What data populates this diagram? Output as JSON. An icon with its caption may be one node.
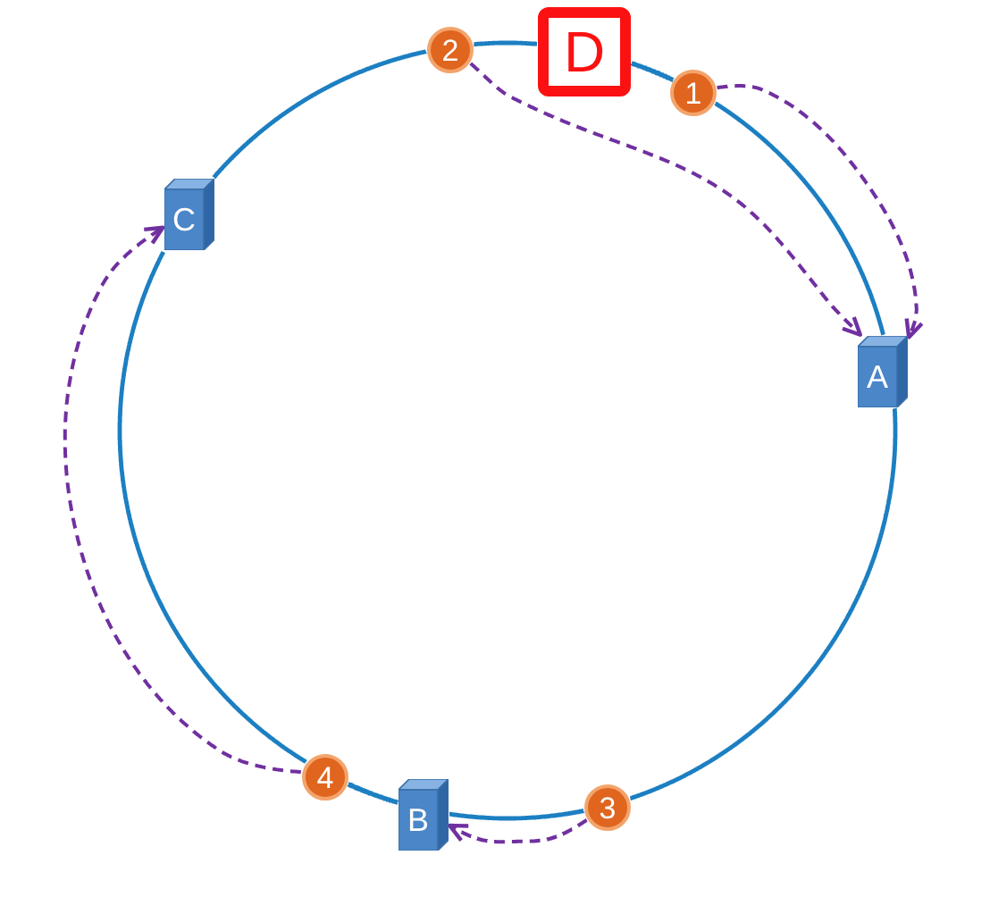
{
  "diagram": {
    "nodes": [
      {
        "text": [
          "2"
        ]
      },
      {
        "text": [
          "D"
        ]
      },
      {
        "text": [
          "1"
        ]
      },
      {
        "text": [
          "C"
        ]
      },
      {
        "text": [
          "A"
        ]
      },
      {
        "text": [
          "4"
        ]
      },
      {
        "text": [
          "B"
        ]
      },
      {
        "text": [
          "3"
        ]
      }
    ],
    "edges": [
      {
        "from": 0,
        "to": 1,
        "arrow": "none"
      },
      {
        "from": 1,
        "to": 2,
        "arrow": "none"
      },
      {
        "from": 2,
        "to": 4,
        "arrow": "none"
      },
      {
        "from": 4,
        "to": 7,
        "arrow": "none"
      },
      {
        "from": 7,
        "to": 6,
        "arrow": "none"
      },
      {
        "from": 6,
        "to": 5,
        "arrow": "none"
      },
      {
        "from": 5,
        "to": 3,
        "arrow": "none"
      },
      {
        "from": 3,
        "to": 0,
        "arrow": "none"
      },
      {
        "from": 2,
        "to": 4,
        "arrow": "to",
        "style": "dashed",
        "color": "#7030a0"
      },
      {
        "from": 0,
        "to": 4,
        "arrow": "to",
        "style": "dashed",
        "color": "#7030a0"
      },
      {
        "from": 5,
        "to": 3,
        "arrow": "to",
        "style": "dashed",
        "color": "#7030a0"
      },
      {
        "from": 7,
        "to": 6,
        "arrow": "to",
        "style": "dashed",
        "color": "#7030a0"
      }
    ]
  }
}
